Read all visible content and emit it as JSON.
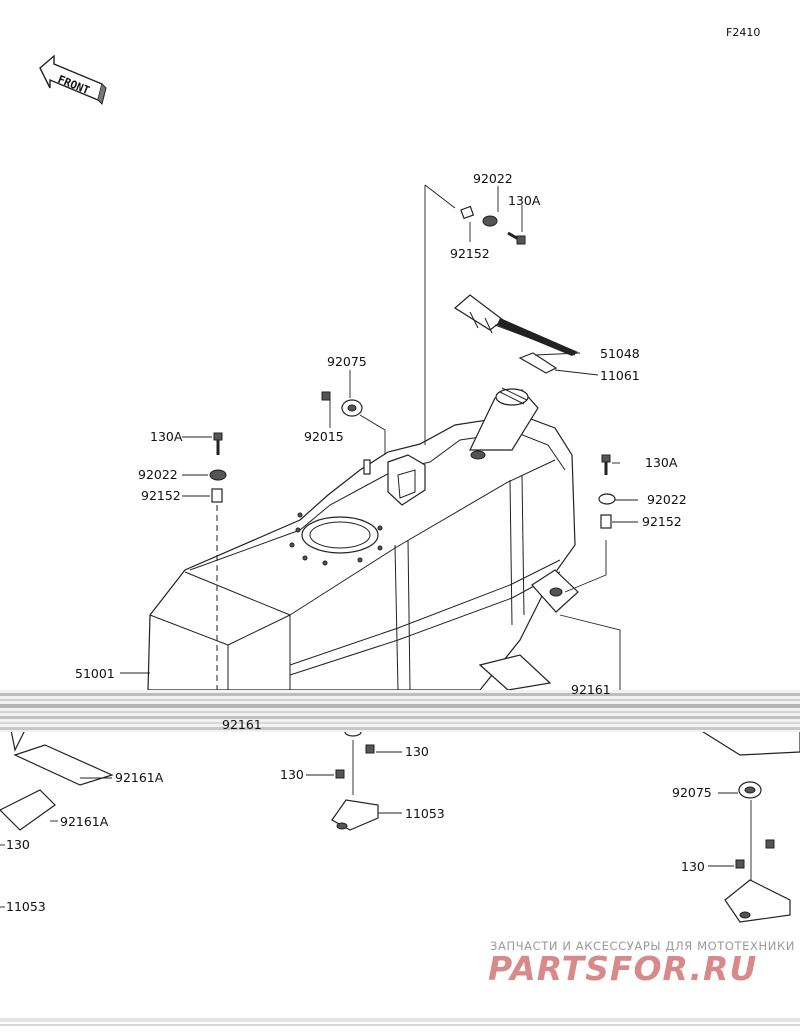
{
  "diagram": {
    "code": "F2410",
    "front_arrow": "FRONT",
    "callouts": [
      "92022",
      "130A",
      "92152",
      "51048",
      "11061",
      "92075",
      "92015",
      "130A",
      "92022",
      "92152",
      "130A",
      "92022",
      "92152",
      "51001",
      "92161",
      "92161",
      "92161A",
      "92161A",
      "130",
      "130",
      "130",
      "11053",
      "11053",
      "92075",
      "130"
    ]
  },
  "watermark": {
    "tagline": "ЗАПЧАСТИ И АКСЕССУАРЫ ДЛЯ МОТОТЕХНИКИ",
    "logo": "PARTSFOR.RU"
  }
}
